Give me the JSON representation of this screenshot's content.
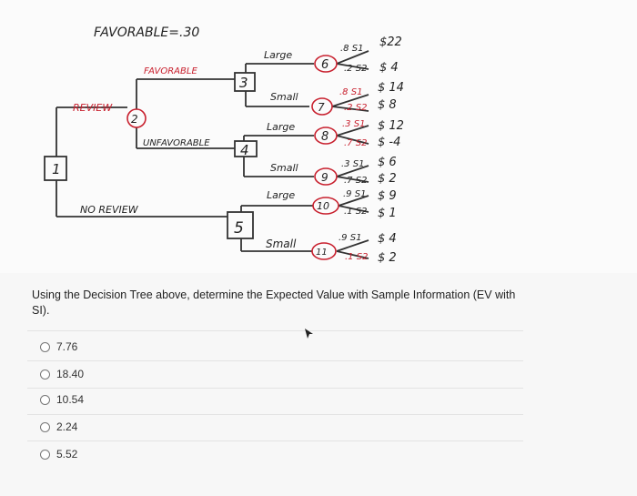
{
  "tree": {
    "favorable_prob": "FAVORABLE=.30",
    "branch_review": "REVIEW",
    "branch_no_review": "NO REVIEW",
    "branch_favorable": "FAVORABLE",
    "branch_unfavorable": "UNFAVORABLE",
    "nodes": {
      "n1": "1",
      "n2": "2",
      "n3": "3",
      "n4": "4",
      "n5": "5",
      "n6": "6",
      "n7": "7",
      "n8": "8",
      "n9": "9",
      "n10": "10",
      "n11": "11"
    },
    "decisions": {
      "large": "Large",
      "small": "Small"
    },
    "outcomes": {
      "n6_s1": ".8 S1",
      "n6_s2": ".2 S2",
      "n6_v1": "$22",
      "n6_v2": "$ 4",
      "n7_s1": ".8 S1",
      "n7_s2": ".2 S2",
      "n7_v1": "$ 14",
      "n7_v2": "$ 8",
      "n8_s1": ".3 S1",
      "n8_s2": ".7 S2",
      "n8_v1": "$ 12",
      "n8_v2": "$ -4",
      "n9_s1": ".3 S1",
      "n9_s2": ".7 S2",
      "n9_v1": "$ 6",
      "n9_v2": "$ 2",
      "n10_s1": ".9 S1",
      "n10_s2": ".1 S2",
      "n10_v1": "$ 9",
      "n10_v2": "$ 1",
      "n11_s1": ".9 S1",
      "n11_s2": ".1 S2",
      "n11_v1": "$ 4",
      "n11_v2": "$ 2"
    }
  },
  "question": "Using the Decision Tree above, determine the Expected Value with Sample Information (EV with SI).",
  "options": [
    "7.76",
    "18.40",
    "10.54",
    "2.24",
    "5.52"
  ]
}
